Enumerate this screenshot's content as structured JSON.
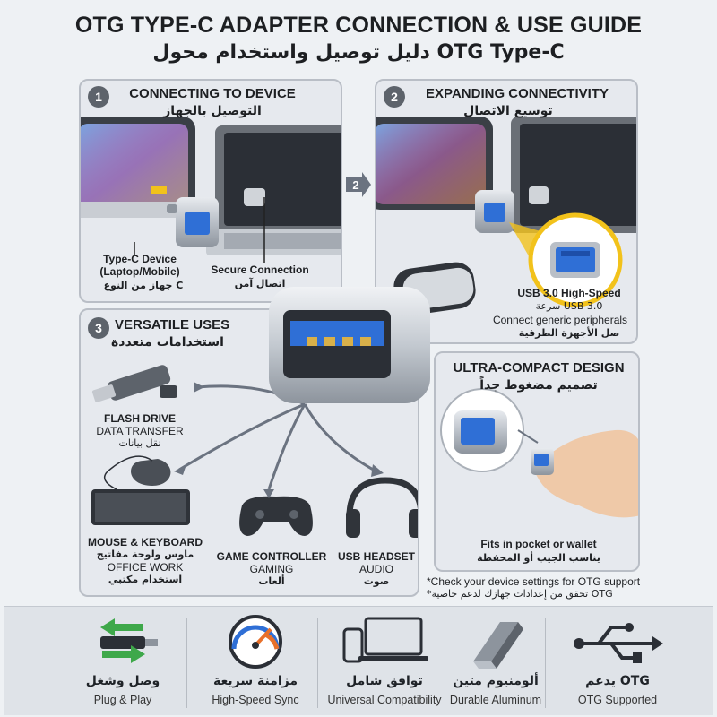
{
  "title_en": "OTG TYPE-C ADAPTER CONNECTION & USE GUIDE",
  "title_ar": "دليل توصيل واستخدام محول OTG Type-C",
  "step1": {
    "number": "1",
    "title_en": "CONNECTING TO DEVICE",
    "title_ar": "التوصيل بالجهاز",
    "label_device_en_1": "Type-C Device",
    "label_device_en_2": "(Laptop/Mobile)",
    "label_device_ar": "جهاز من النوع C",
    "label_secure_en": "Secure Connection",
    "label_secure_ar": "اتصال آمن"
  },
  "step2": {
    "number": "2",
    "title_en": "EXPANDING CONNECTIVITY",
    "title_ar": "توسيع الاتصال",
    "usb_en": "USB 3.0 High-Speed",
    "usb_ar": "سرعة USB 3.0",
    "connect_en": "Connect generic peripherals",
    "connect_ar": "صل الأجهزة الطرفية",
    "arrow_num": "2"
  },
  "step3": {
    "number": "3",
    "title_en": "VERSATILE USES",
    "title_ar": "استخدامات متعددة",
    "flash_title": "FLASH DRIVE",
    "flash_sub": "DATA TRANSFER",
    "flash_ar": "نقل بيانات",
    "mouse_title": "MOUSE & KEYBOARD",
    "mouse_ar": "ماوس ولوحة مفاتيح",
    "mouse_sub": "OFFICE WORK",
    "mouse_ar2": "استخدام مكتبي",
    "game_title": "GAME CONTROLLER",
    "game_sub": "GAMING",
    "game_ar": "ألعاب",
    "headset_title": "USB HEADSET",
    "headset_sub": "AUDIO",
    "headset_ar": "صوت"
  },
  "compact": {
    "title_en": "ULTRA-COMPACT DESIGN",
    "title_ar": "تصميم مضغوط جداً",
    "pocket_en": "Fits in pocket or wallet",
    "pocket_ar": "يناسب الجيب أو المحفظة"
  },
  "note_en": "*Check your device settings for OTG support",
  "note_ar": "*تحقق من إعدادات جهازك لدعم خاصية OTG",
  "features": [
    {
      "ar": "وصل وشغل",
      "en": "Plug & Play",
      "icon": "plug-play-icon"
    },
    {
      "ar": "مزامنة سريعة",
      "en": "High-Speed Sync",
      "icon": "speedometer-icon"
    },
    {
      "ar": "توافق شامل",
      "en": "Universal Compatibility",
      "icon": "devices-icon"
    },
    {
      "ar": "ألومنيوم متين",
      "en": "Durable Aluminum",
      "icon": "aluminum-bar-icon"
    },
    {
      "ar": "يدعم OTG",
      "en": "OTG Supported",
      "icon": "usb-symbol-icon"
    }
  ],
  "colors": {
    "panel_bg": "#e6e9ee",
    "usb_blue": "#2f6fd6",
    "accent_yellow": "#f2c21b",
    "arrow_gray": "#6b7380",
    "green": "#3ea84a"
  }
}
